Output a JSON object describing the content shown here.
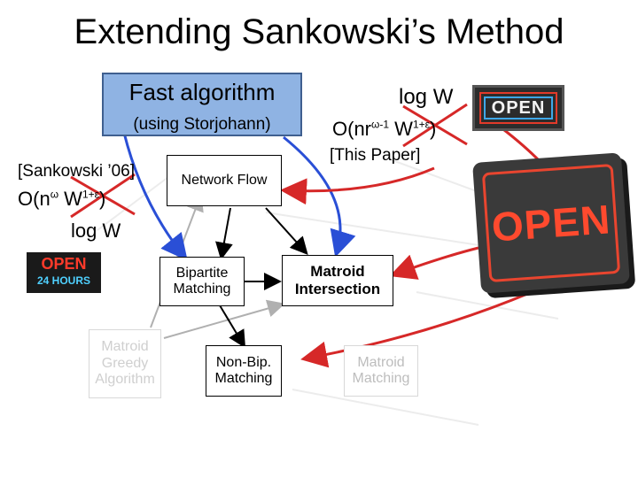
{
  "title": "Extending Sankowski’s Method",
  "fast_algorithm": {
    "title": "Fast algorithm",
    "subtitle": "(using Storjohann)"
  },
  "left_citation": "[Sankowski ’06]",
  "left_bound": {
    "base": "O(n",
    "sup1": "ω",
    "mid": " W",
    "sup2": "1+ε",
    "end": ")"
  },
  "left_logW": "log W",
  "right_logW": "log W",
  "right_bound": {
    "base": "O(nr",
    "sup1": "ω-1",
    "mid": " W",
    "sup2": "1+ε",
    "end": ")"
  },
  "this_paper": "[This Paper]",
  "nodes": {
    "network_flow": "Network Flow",
    "bipartite": "Bipartite Matching",
    "matroid_intersection": "Matroid Intersection",
    "matroid_greedy": "Matroid Greedy Algorithm",
    "nonbip": "Non-Bip. Matching",
    "matroid_matching": "Matroid Matching"
  },
  "signs": {
    "small_open": "OPEN",
    "big_open": "OPEN",
    "open24_top": "OPEN",
    "open24_bottom": "24 HOURS"
  },
  "colors": {
    "blue": "#2a4fd6",
    "red": "#d62828",
    "box_blue": "#8fb3e3",
    "faded_text": "#cfcfcf"
  }
}
